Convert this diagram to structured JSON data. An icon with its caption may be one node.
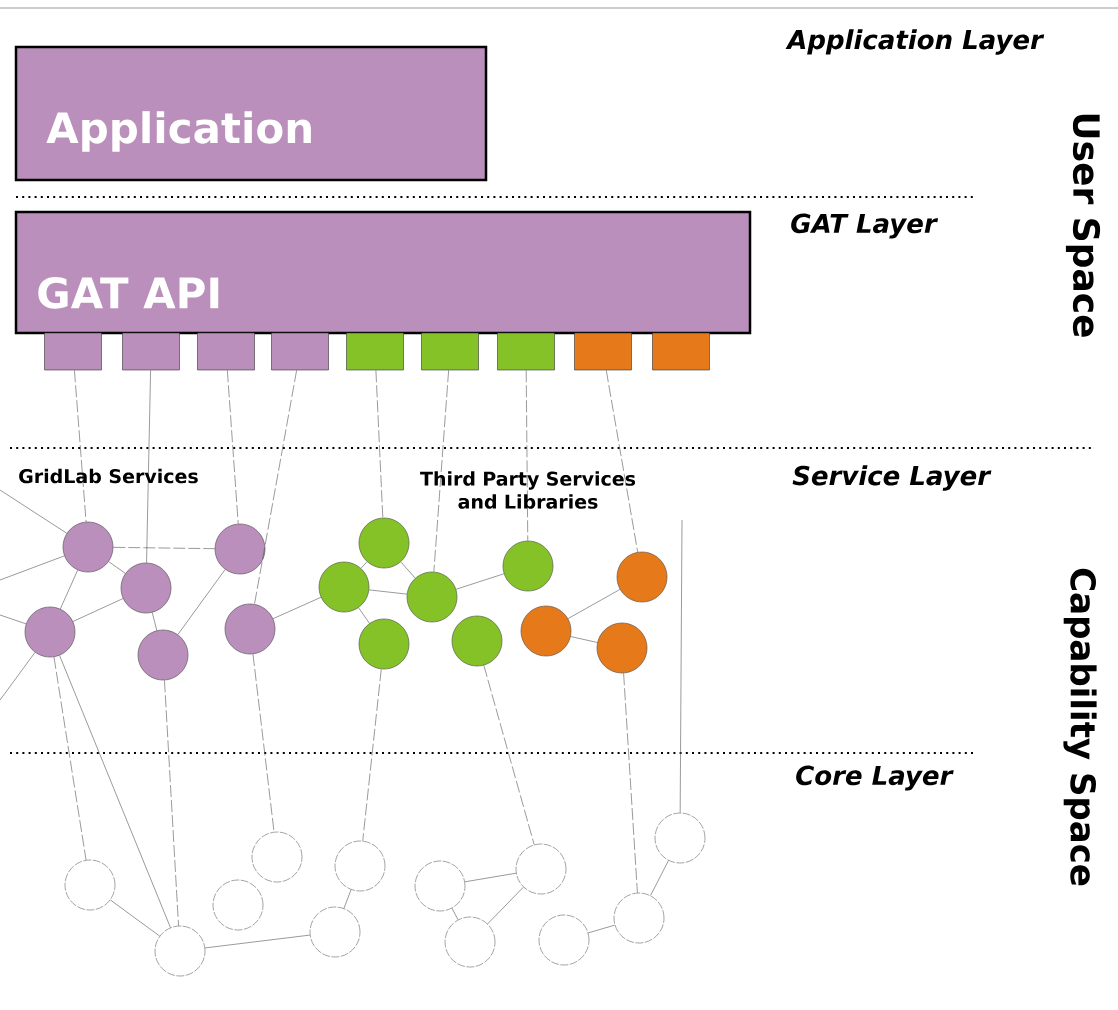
{
  "diagram": {
    "nodes": [
      {
        "text": [
          "Application"
        ]
      },
      {
        "text": [
          "GAT API"
        ]
      },
      {
        "text": [],
        "shape": "box"
      },
      {
        "text": [],
        "shape": "box"
      },
      {
        "text": [],
        "shape": "box"
      },
      {
        "text": [],
        "shape": "box"
      },
      {
        "text": [],
        "shape": "box"
      },
      {
        "text": [],
        "shape": "box"
      },
      {
        "text": [],
        "shape": "box"
      },
      {
        "text": [],
        "shape": "box"
      },
      {
        "text": [],
        "shape": "box"
      },
      {
        "text": [],
        "shape": "circle"
      },
      {
        "text": [],
        "shape": "circle"
      },
      {
        "text": [],
        "shape": "circle"
      },
      {
        "text": [],
        "shape": "circle"
      },
      {
        "text": [],
        "shape": "circle"
      },
      {
        "text": [],
        "shape": "circle"
      },
      {
        "text": [],
        "shape": "circle"
      },
      {
        "text": [],
        "shape": "circle"
      },
      {
        "text": [],
        "shape": "circle"
      },
      {
        "text": [],
        "shape": "circle"
      },
      {
        "text": [],
        "shape": "circle"
      },
      {
        "text": [],
        "shape": "circle"
      },
      {
        "text": [],
        "shape": "circle"
      },
      {
        "text": [],
        "shape": "circle"
      },
      {
        "text": [],
        "shape": "circle"
      },
      {
        "text": [],
        "shape": "circle"
      },
      {
        "text": [],
        "shape": "circle"
      },
      {
        "text": [],
        "shape": "circle"
      },
      {
        "text": [],
        "shape": "circle"
      },
      {
        "text": [],
        "shape": "circle"
      },
      {
        "text": [],
        "shape": "circle"
      },
      {
        "text": [],
        "shape": "circle"
      },
      {
        "text": [],
        "shape": "circle"
      },
      {
        "text": [],
        "shape": "circle"
      },
      {
        "text": [],
        "shape": "circle"
      },
      {
        "text": [],
        "shape": "circle"
      },
      {
        "text": [],
        "shape": "circle"
      }
    ],
    "edges": [
      {
        "from": 2,
        "to": 11,
        "arrow": "none",
        "style": "dashed"
      },
      {
        "from": 3,
        "to": 12,
        "arrow": "none"
      },
      {
        "from": 4,
        "to": 13,
        "arrow": "none",
        "style": "dashed"
      },
      {
        "from": 5,
        "to": 16,
        "arrow": "none",
        "style": "dashed"
      },
      {
        "from": 6,
        "to": 17,
        "arrow": "none",
        "style": "dashed"
      },
      {
        "from": 7,
        "to": 19,
        "arrow": "none",
        "style": "dashed"
      },
      {
        "from": 8,
        "to": 21,
        "arrow": "none",
        "style": "dashed"
      },
      {
        "from": 9,
        "to": 23,
        "arrow": "none",
        "style": "dashed"
      },
      {
        "from": null,
        "to": 37,
        "arrow": "none"
      },
      {
        "from": null,
        "to": 11,
        "arrow": "none"
      },
      {
        "from": null,
        "to": 11,
        "arrow": "none"
      },
      {
        "from": null,
        "to": 14,
        "arrow": "none"
      },
      {
        "from": 14,
        "to": null,
        "arrow": "none"
      },
      {
        "from": 11,
        "to": 12,
        "arrow": "none"
      },
      {
        "from": 11,
        "to": 13,
        "arrow": "none",
        "style": "dashed"
      },
      {
        "from": 11,
        "to": 14,
        "arrow": "none"
      },
      {
        "from": 12,
        "to": 14,
        "arrow": "none"
      },
      {
        "from": 12,
        "to": 15,
        "arrow": "none"
      },
      {
        "from": 13,
        "to": 15,
        "arrow": "none"
      },
      {
        "from": 16,
        "to": 18,
        "arrow": "none"
      },
      {
        "from": 17,
        "to": 18,
        "arrow": "none"
      },
      {
        "from": 17,
        "to": 19,
        "arrow": "none"
      },
      {
        "from": 18,
        "to": 19,
        "arrow": "none"
      },
      {
        "from": 18,
        "to": 20,
        "arrow": "none"
      },
      {
        "from": 19,
        "to": 21,
        "arrow": "none"
      },
      {
        "from": 23,
        "to": 24,
        "arrow": "none"
      },
      {
        "from": 24,
        "to": 25,
        "arrow": "none"
      },
      {
        "from": 14,
        "to": 26,
        "arrow": "none",
        "style": "dashed"
      },
      {
        "from": 14,
        "to": 27,
        "arrow": "none"
      },
      {
        "from": 15,
        "to": 27,
        "arrow": "none",
        "style": "dashed"
      },
      {
        "from": 16,
        "to": 29,
        "arrow": "none",
        "style": "dashed"
      },
      {
        "from": 20,
        "to": 30,
        "arrow": "none",
        "style": "dashed"
      },
      {
        "from": 22,
        "to": 34,
        "arrow": "none",
        "style": "dashed"
      },
      {
        "from": 25,
        "to": 36,
        "arrow": "none",
        "style": "dashed"
      },
      {
        "from": 26,
        "to": 27,
        "arrow": "none"
      },
      {
        "from": 27,
        "to": 31,
        "arrow": "none"
      },
      {
        "from": 31,
        "to": 30,
        "arrow": "none"
      },
      {
        "from": 32,
        "to": 34,
        "arrow": "none"
      },
      {
        "from": 32,
        "to": 33,
        "arrow": "none"
      },
      {
        "from": 33,
        "to": 34,
        "arrow": "none"
      },
      {
        "from": 35,
        "to": 36,
        "arrow": "none"
      },
      {
        "from": 36,
        "to": 37,
        "arrow": "none"
      }
    ],
    "labels": [
      "Application Layer",
      "User Space",
      "GAT Layer",
      "GridLab Services",
      "Third Party Services and Libraries",
      "Service Layer",
      "Capability Space",
      "Core Layer"
    ]
  }
}
